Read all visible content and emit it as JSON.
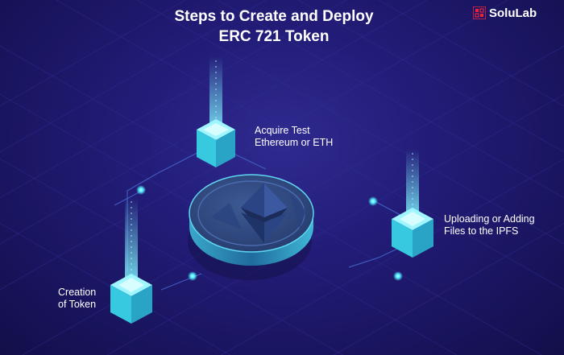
{
  "title": {
    "line1": "Steps to Create and Deploy",
    "line2": "ERC 721 Token"
  },
  "brand": {
    "name": "SoluLab",
    "logo_icon": "solulab-logo-icon"
  },
  "steps": [
    {
      "line1": "Acquire Test",
      "line2": "Ethereum or ETH",
      "icon": "cube-icon"
    },
    {
      "line1": "Uploading or Adding",
      "line2": "Files to the IPFS",
      "icon": "cube-icon"
    },
    {
      "line1": "Creation",
      "line2": "of Token",
      "icon": "cube-icon"
    }
  ],
  "center": {
    "icon": "ethereum-coin-icon"
  },
  "colors": {
    "background": "#231d7a",
    "accent_glow": "#52f0ff",
    "coin": "#2f4a7e",
    "brand_red": "#e8233b"
  }
}
